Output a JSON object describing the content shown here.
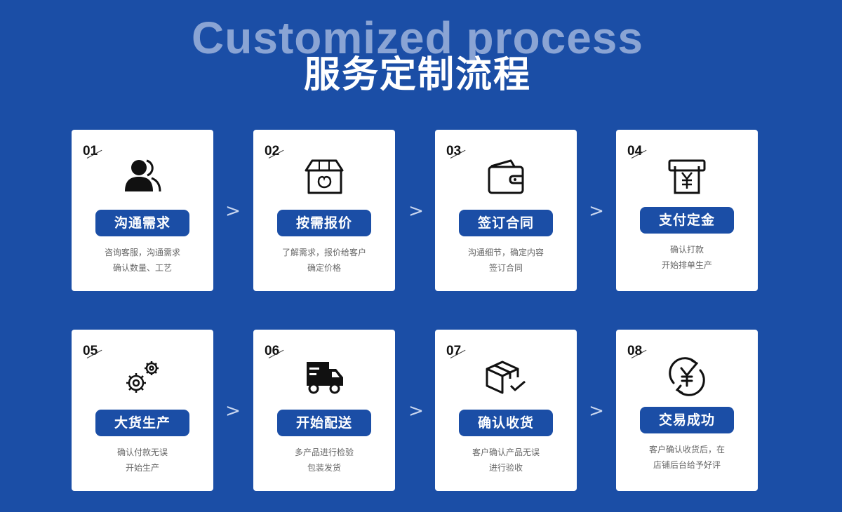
{
  "header": {
    "title_en": "Customized process",
    "title_cn": "服务定制流程"
  },
  "separator": ">",
  "steps": [
    {
      "num": "01",
      "icon": "users-icon",
      "title": "沟通需求",
      "lines": [
        "咨询客服，沟通需求",
        "确认数量、工艺"
      ]
    },
    {
      "num": "02",
      "icon": "box-icon",
      "title": "按需报价",
      "lines": [
        "了解需求，报价给客户",
        "确定价格"
      ]
    },
    {
      "num": "03",
      "icon": "wallet-icon",
      "title": "签订合同",
      "lines": [
        "沟通细节，确定内容",
        "签订合同"
      ]
    },
    {
      "num": "04",
      "icon": "yen-receipt-icon",
      "title": "支付定金",
      "lines": [
        "确认打款",
        "开始排单生产"
      ]
    },
    {
      "num": "05",
      "icon": "gears-icon",
      "title": "大货生产",
      "lines": [
        "确认付款无误",
        "开始生产"
      ]
    },
    {
      "num": "06",
      "icon": "delivery-truck-icon",
      "title": "开始配送",
      "lines": [
        "多产品进行检验",
        "包装发货"
      ]
    },
    {
      "num": "07",
      "icon": "package-check-icon",
      "title": "确认收货",
      "lines": [
        "客户确认产品无误",
        "进行验收"
      ]
    },
    {
      "num": "08",
      "icon": "yen-cycle-icon",
      "title": "交易成功",
      "lines": [
        "客户确认收货后，在",
        "店铺后台给予好评"
      ]
    }
  ],
  "colors": {
    "background": "#1b4ea6",
    "badge": "#1b4ea6",
    "title_en": "#8aa4d4",
    "card": "#ffffff"
  }
}
